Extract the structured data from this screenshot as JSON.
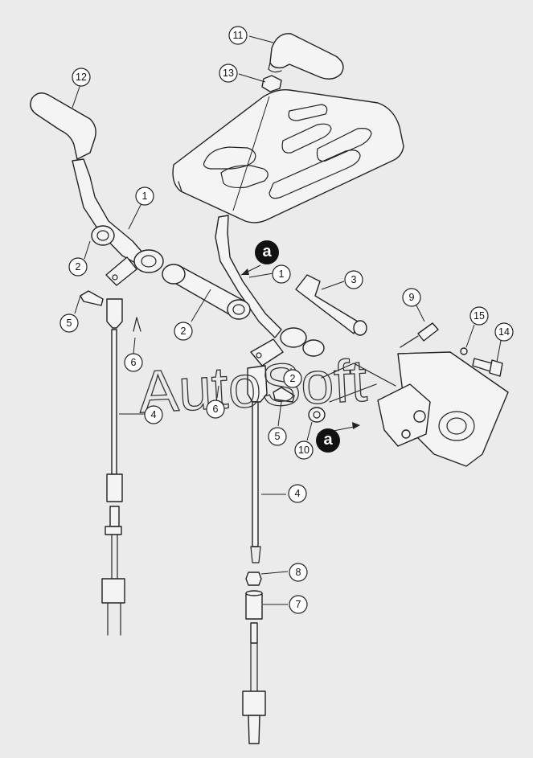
{
  "watermark": "AutoSoft",
  "callouts": {
    "c1a": "1",
    "c1b": "1",
    "c2a": "2",
    "c2b": "2",
    "c2c": "2",
    "c3": "3",
    "c4a": "4",
    "c4b": "4",
    "c5a": "5",
    "c5b": "5",
    "c6a": "6",
    "c6b": "6",
    "c7": "7",
    "c8": "8",
    "c9": "9",
    "c10": "10",
    "c11": "11",
    "c12": "12",
    "c13": "13",
    "c14": "14",
    "c15": "15"
  },
  "view_markers": {
    "a_top": "a",
    "a_bottom": "a"
  },
  "colors": {
    "background": "#ebebeb",
    "line": "#222222",
    "part_fill": "#f4f4f4"
  }
}
